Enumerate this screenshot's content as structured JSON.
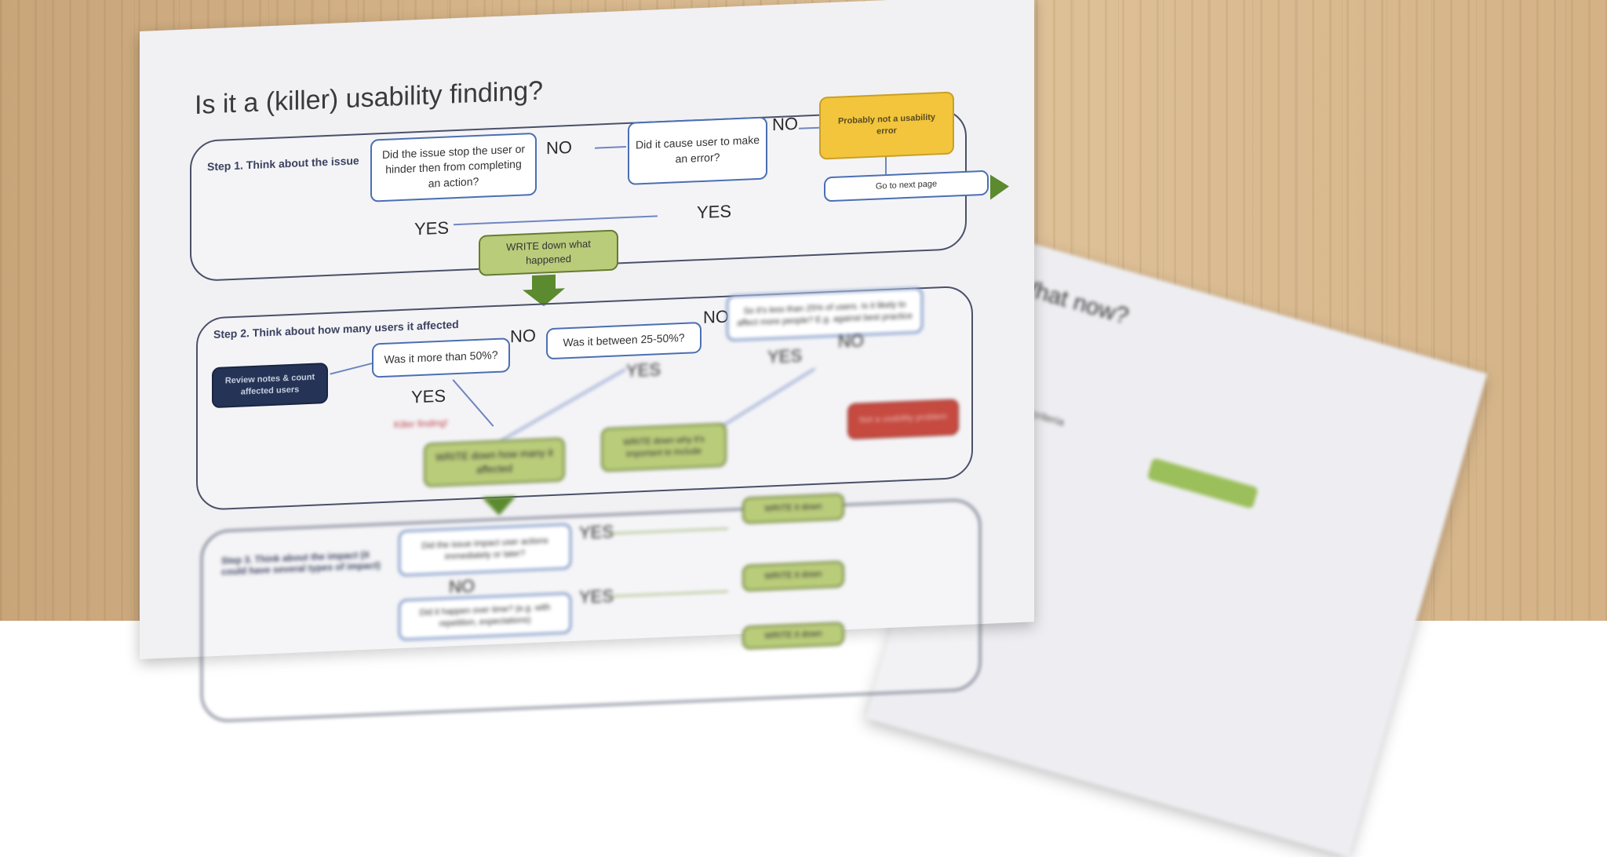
{
  "title": "Is it a (killer) usability finding?",
  "step1": {
    "label": "Step 1. Think about the issue",
    "q1": "Did the issue stop the user or hinder then from completing an action?",
    "q2": "Did it cause user to make an error?",
    "no_label": "Probably not a usability error",
    "next_page": "Go to next page",
    "write": "WRITE down what happened",
    "no": "NO",
    "yes": "YES"
  },
  "step2": {
    "label": "Step 2. Think about how many users it affected",
    "review": "Review notes & count affected users",
    "q1": "Was it more than 50%?",
    "q2": "Was it between 25-50%?",
    "q3": "So it's less than 25% of users. Is it likely to affect more people? E.g. against best practice",
    "killer": "Killer finding!",
    "write_how": "WRITE down how many it affected",
    "write_why": "WRITE down why it's important to include",
    "red": "Not a usability problem",
    "no": "NO",
    "yes": "YES"
  },
  "step3": {
    "label": "Step 3. Think about the impact (it could have several types of impact)",
    "q1": "Did the issue impact user actions immediately or later?",
    "q2": "Did it happen over time? (e.g. with repetition, expectations)",
    "result": "WRITE it down",
    "yes": "YES",
    "no": "NO"
  },
  "sheet2": {
    "heading": "What now?",
    "line": "Usability criteria"
  }
}
